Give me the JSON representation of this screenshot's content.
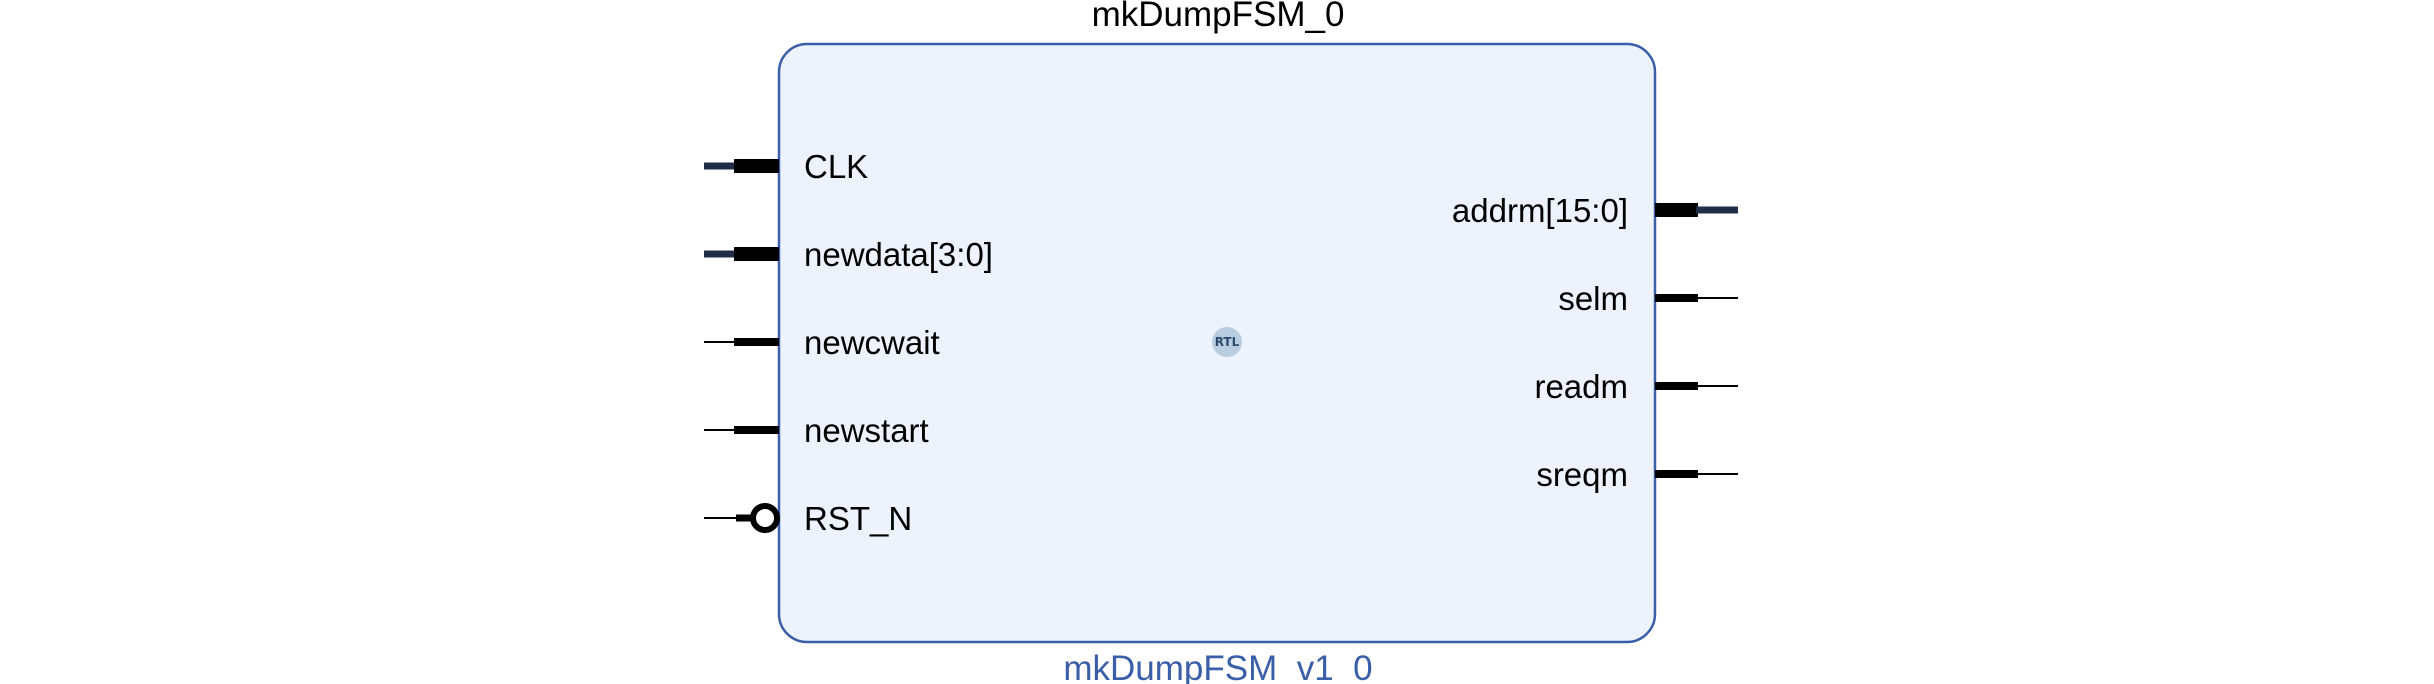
{
  "block": {
    "instance_name": "mkDumpFSM_0",
    "module_name": "mkDumpFSM_v1_0",
    "badge_text": "RTL"
  },
  "inputs": [
    {
      "name": "CLK",
      "bus": true
    },
    {
      "name": "newdata[3:0]",
      "bus": true
    },
    {
      "name": "newcwait",
      "bus": false
    },
    {
      "name": "newstart",
      "bus": false
    },
    {
      "name": "RST_N",
      "bus": false,
      "active_low": true
    }
  ],
  "outputs": [
    {
      "name": "addrm[15:0]",
      "bus": true
    },
    {
      "name": "selm",
      "bus": false
    },
    {
      "name": "readm",
      "bus": false
    },
    {
      "name": "sreqm",
      "bus": false
    }
  ],
  "colors": {
    "block_fill": "#ecf3fc",
    "block_border": "#3b5ea8",
    "module_name_text": "#3b5ea8",
    "bus_wire": "#1f2d45",
    "wire": "#000000",
    "badge_fill": "#b9cde0",
    "badge_text": "#2b4a6e"
  }
}
